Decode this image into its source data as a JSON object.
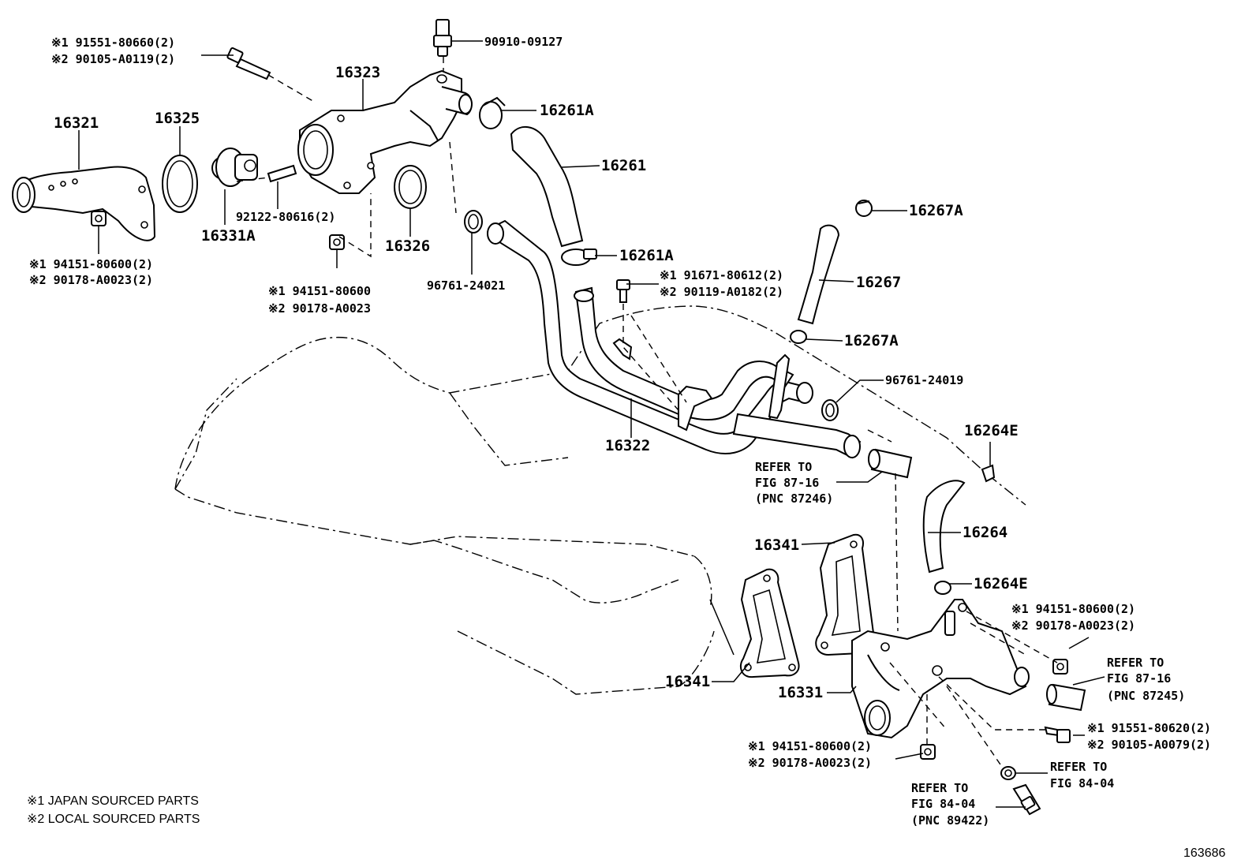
{
  "labels": {
    "p16321": "16321",
    "p16325": "16325",
    "p16323": "16323",
    "p16331A": "16331A",
    "p16326": "16326",
    "p90910": "90910-09127",
    "p16261A_top": "16261A",
    "p16261": "16261",
    "p16261A_mid": "16261A",
    "p16267A_top": "16267A",
    "p16267": "16267",
    "p16267A_bot": "16267A",
    "p16322": "16322",
    "p96761_24019": "96761-24019",
    "p96761_24021": "96761-24021",
    "p92122": "92122-80616(2)",
    "p16264E_top": "16264E",
    "p16264": "16264",
    "p16264E_bot": "16264E",
    "p16341_top": "16341",
    "p16341_bot": "16341",
    "p16331": "16331",
    "ref_87_16_a_1": "REFER TO",
    "ref_87_16_a_2": "FIG 87-16",
    "ref_87_16_a_3": "(PNC 87246)",
    "ref_87_16_b_1": "REFER TO",
    "ref_87_16_b_2": "FIG 87-16",
    "ref_87_16_b_3": "(PNC 87245)",
    "ref_84_04_a_1": "REFER TO",
    "ref_84_04_a_2": "FIG 84-04",
    "ref_84_04_b_1": "REFER TO",
    "ref_84_04_b_2": "FIG 84-04",
    "ref_84_04_b_3": "(PNC 89422)",
    "bolt_top_1": "※1 91551-80660(2)",
    "bolt_top_2": "※2 90105-A0119(2)",
    "nut_left_1": "※1 94151-80600(2)",
    "nut_left_2": "※2 90178-A0023(2)",
    "nut_mid_1": "※1 94151-80600",
    "nut_mid_2": "※2 90178-A0023",
    "bolt_mid_1": "※1 91671-80612(2)",
    "bolt_mid_2": "※2 90119-A0182(2)",
    "nut_right_1": "※1 94151-80600(2)",
    "nut_right_2": "※2 90178-A0023(2)",
    "bolt_right_1": "※1 91551-80620(2)",
    "bolt_right_2": "※2 90105-A0079(2)",
    "nut_bot_1": "※1 94151-80600(2)",
    "nut_bot_2": "※2 90178-A0023(2)"
  },
  "legend": {
    "line1": "※1 JAPAN SOURCED PARTS",
    "line2": "※2 LOCAL SOURCED PARTS"
  },
  "figure_id": "163686"
}
